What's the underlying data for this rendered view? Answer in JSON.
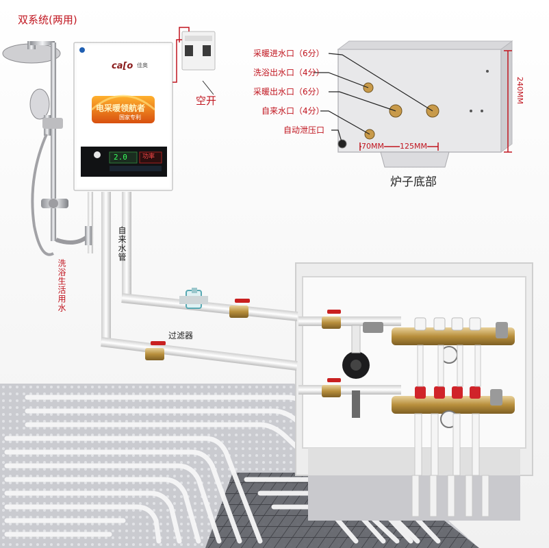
{
  "title": "双系统(两用)",
  "heater": {
    "brand": "ca[o",
    "brand_sub": "佳奥",
    "banner_main": "电采暖领航者",
    "banner_sub": "国家专利",
    "display_big": "2.0",
    "display_label": "功率"
  },
  "labels": {
    "air_switch": "空开",
    "shower_water": "洗浴生活用水",
    "tap_pipe": "自来水管",
    "filter": "过滤器",
    "boiler_bottom": "炉子底部"
  },
  "ports": [
    {
      "label": "采暖进水口（6分）"
    },
    {
      "label": "洗浴出水口（4分）"
    },
    {
      "label": "采暖出水口（6分）"
    },
    {
      "label": "自来水口（4分）"
    },
    {
      "label": "自动泄压口"
    }
  ],
  "dimensions": {
    "height": "240MM",
    "left": "70MM",
    "right": "125MM"
  },
  "colors": {
    "red_text": "#c0141e",
    "pipe": "#f2f2f2",
    "brass": "#c8a45a"
  }
}
